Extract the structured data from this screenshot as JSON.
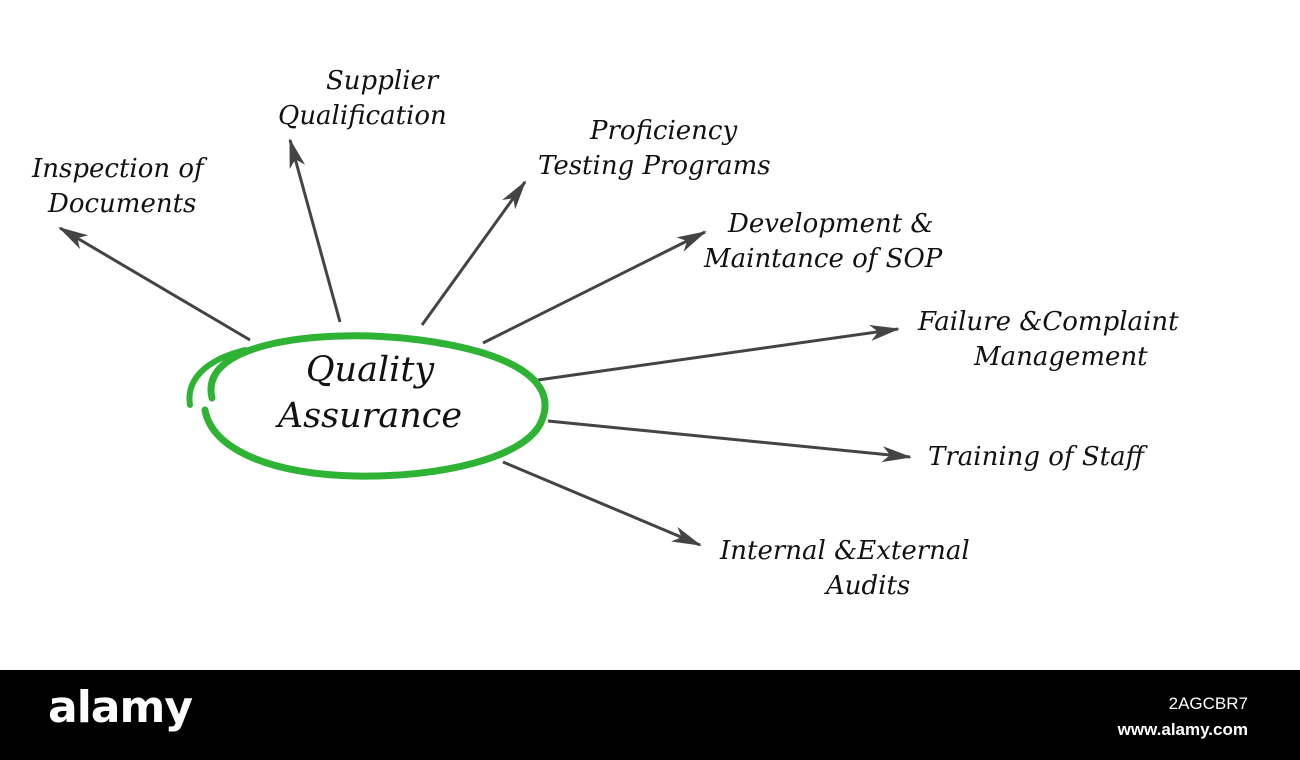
{
  "diagram": {
    "center": [
      "Quality",
      "Assurance"
    ],
    "nodes": [
      {
        "id": "inspection",
        "lines": [
          "Inspection of",
          "Documents"
        ]
      },
      {
        "id": "supplier",
        "lines": [
          "Supplier",
          "Qualification"
        ]
      },
      {
        "id": "proficiency",
        "lines": [
          "Proficiency",
          "Testing Programs"
        ]
      },
      {
        "id": "sop",
        "lines": [
          "Development &",
          "Maintance of SOP"
        ]
      },
      {
        "id": "failure",
        "lines": [
          "Failure &Complaint",
          "Management"
        ]
      },
      {
        "id": "training",
        "lines": [
          "Training of Staff"
        ]
      },
      {
        "id": "audits",
        "lines": [
          "Internal &External",
          "Audits"
        ]
      }
    ],
    "colors": {
      "ring": "#2fb335",
      "arrow": "#444444",
      "text": "#111111"
    }
  },
  "footer": {
    "logo": "alamy",
    "image_id": "2AGCBR7",
    "site": "www.alamy.com",
    "background": "#000000"
  }
}
